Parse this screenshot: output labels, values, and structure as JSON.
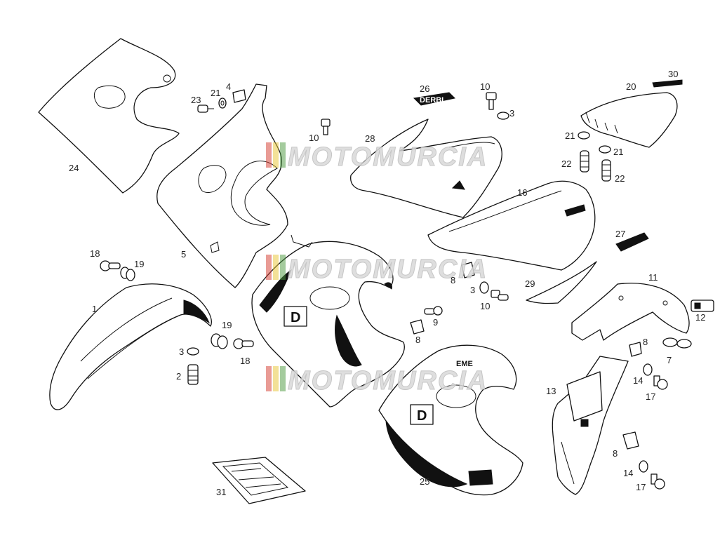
{
  "labels": {
    "l1": "1",
    "l2": "2",
    "l3a": "3",
    "l3b": "3",
    "l3c": "3",
    "l4": "4",
    "l5": "5",
    "l7": "7",
    "l8a": "8",
    "l8b": "8",
    "l8c": "8",
    "l8d": "8",
    "l9": "9",
    "l10a": "10",
    "l10b": "10",
    "l10c": "10",
    "l11": "11",
    "l12": "12",
    "l13": "13",
    "l14a": "14",
    "l14b": "14",
    "l16": "16",
    "l17a": "17",
    "l17b": "17",
    "l18a": "18",
    "l18b": "18",
    "l19a": "19",
    "l19b": "19",
    "l20": "20",
    "l21a": "21",
    "l21b": "21",
    "l21c": "21",
    "l22a": "22",
    "l22b": "22",
    "l23": "23",
    "l24": "24",
    "l25": "25",
    "l26": "26",
    "l27": "27",
    "l28": "28",
    "l29": "29",
    "l30": "30",
    "l31": "31"
  },
  "watermark": "MOTOMURCIA",
  "decals": {
    "letter": "D",
    "brand": "DERBI",
    "model_text": "EME"
  },
  "colors": {
    "line": "#111111",
    "watermark": "#d9d9d9",
    "flag_red": "#d43a2f",
    "flag_yellow": "#e8c534",
    "flag_green": "#4c9a3f"
  }
}
